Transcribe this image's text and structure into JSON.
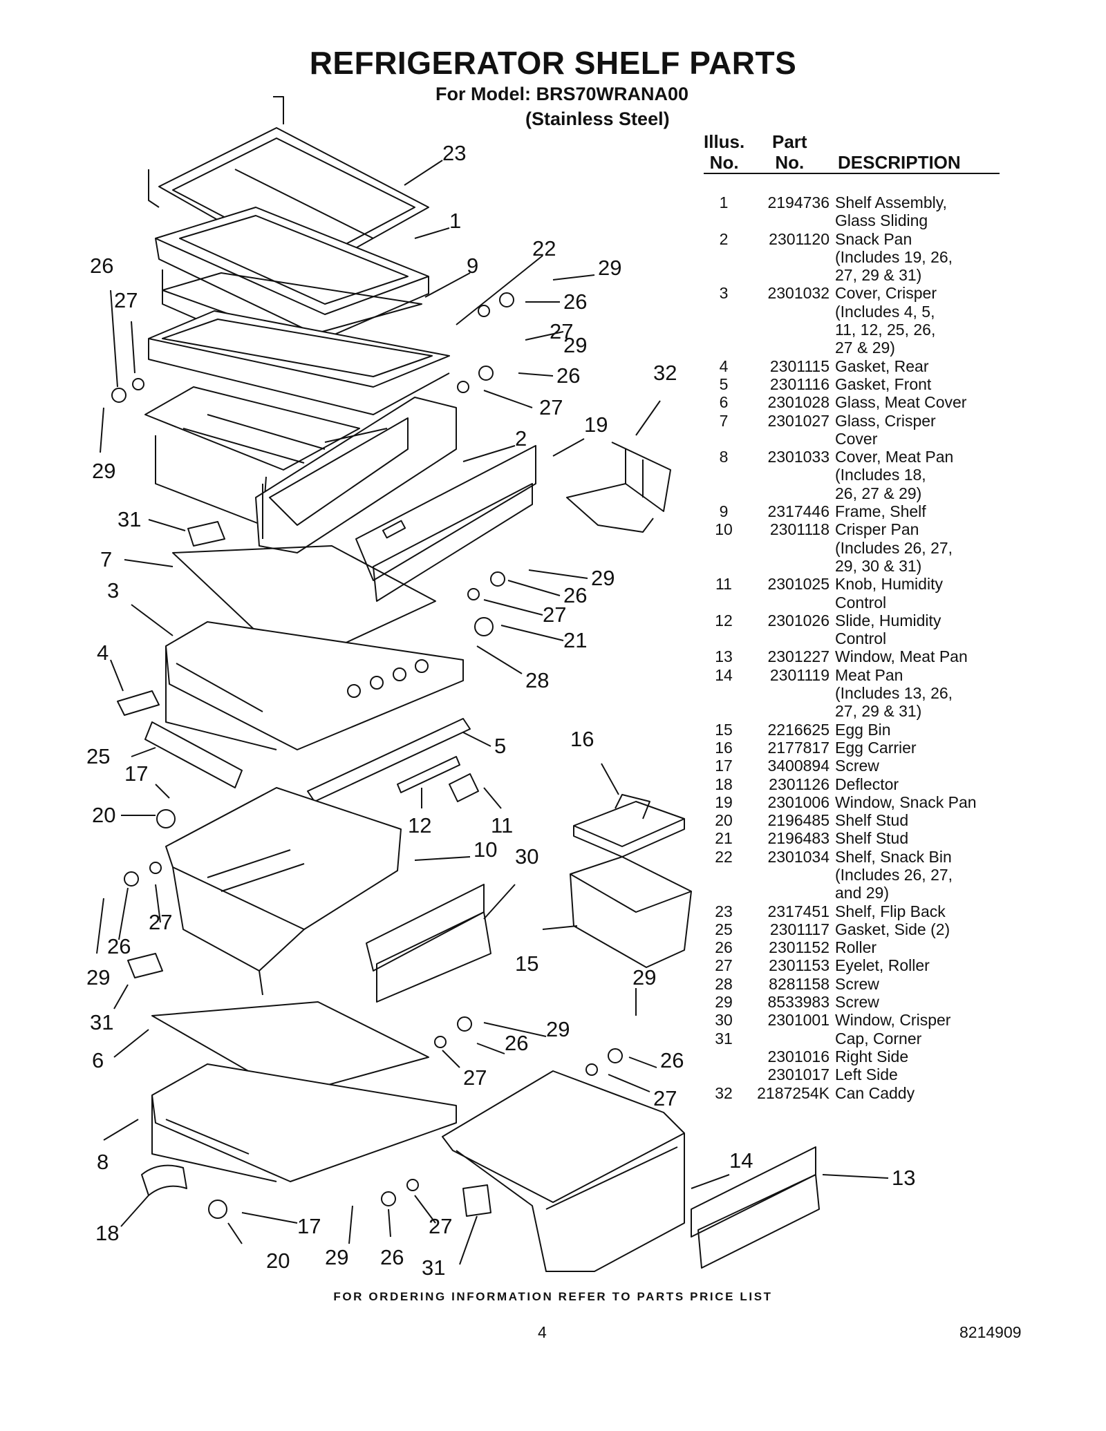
{
  "header": {
    "title": "REFRIGERATOR SHELF PARTS",
    "model_line": "For Model: BRS70WRANA00",
    "finish_line": "(Stainless Steel)"
  },
  "table": {
    "col_illus": "Illus.\nNo.",
    "col_part": "Part\nNo.",
    "col_desc": "DESCRIPTION",
    "rows": [
      {
        "illus": "1",
        "part": "2194736",
        "desc": "Shelf Assembly,\nGlass Sliding"
      },
      {
        "illus": "2",
        "part": "2301120",
        "desc": "Snack Pan\n(Includes 19, 26,\n 27, 29 & 31)"
      },
      {
        "illus": "3",
        "part": "2301032",
        "desc": "Cover, Crisper\n(Includes 4, 5,\n 11, 12, 25, 26,\n 27 & 29)"
      },
      {
        "illus": "4",
        "part": "2301115",
        "desc": "Gasket, Rear"
      },
      {
        "illus": "5",
        "part": "2301116",
        "desc": "Gasket, Front"
      },
      {
        "illus": "6",
        "part": "2301028",
        "desc": "Glass, Meat Cover"
      },
      {
        "illus": "7",
        "part": "2301027",
        "desc": "Glass, Crisper\nCover"
      },
      {
        "illus": "8",
        "part": "2301033",
        "desc": "Cover, Meat Pan\n(Includes 18,\n 26, 27 & 29)"
      },
      {
        "illus": "9",
        "part": "2317446",
        "desc": "Frame, Shelf"
      },
      {
        "illus": "10",
        "part": "2301118",
        "desc": "Crisper Pan\n(Includes 26, 27,\n 29, 30 & 31)"
      },
      {
        "illus": "11",
        "part": "2301025",
        "desc": "Knob, Humidity\nControl"
      },
      {
        "illus": "12",
        "part": "2301026",
        "desc": "Slide, Humidity\nControl"
      },
      {
        "illus": "13",
        "part": "2301227",
        "desc": "Window, Meat Pan"
      },
      {
        "illus": "14",
        "part": "2301119",
        "desc": "Meat Pan\n(Includes 13, 26,\n 27, 29 & 31)"
      },
      {
        "illus": "15",
        "part": "2216625",
        "desc": "Egg Bin"
      },
      {
        "illus": "16",
        "part": "2177817",
        "desc": "Egg Carrier"
      },
      {
        "illus": "17",
        "part": "3400894",
        "desc": "Screw"
      },
      {
        "illus": "18",
        "part": "2301126",
        "desc": "Deflector"
      },
      {
        "illus": "19",
        "part": "2301006",
        "desc": "Window, Snack Pan"
      },
      {
        "illus": "20",
        "part": "2196485",
        "desc": "Shelf Stud"
      },
      {
        "illus": "21",
        "part": "2196483",
        "desc": "Shelf Stud"
      },
      {
        "illus": "22",
        "part": "2301034",
        "desc": "Shelf, Snack Bin\n(Includes 26, 27,\n and 29)"
      },
      {
        "illus": "23",
        "part": "2317451",
        "desc": "Shelf, Flip Back"
      },
      {
        "illus": "25",
        "part": "2301117",
        "desc": "Gasket, Side (2)"
      },
      {
        "illus": "26",
        "part": "2301152",
        "desc": "Roller"
      },
      {
        "illus": "27",
        "part": "2301153",
        "desc": "Eyelet, Roller"
      },
      {
        "illus": "28",
        "part": "8281158",
        "desc": "Screw"
      },
      {
        "illus": "29",
        "part": "8533983",
        "desc": "Screw"
      },
      {
        "illus": "30",
        "part": "2301001",
        "desc": "Window, Crisper"
      },
      {
        "illus": "31",
        "part": "",
        "desc": "Cap, Corner"
      },
      {
        "illus": "",
        "part": "2301016",
        "desc": "Right Side"
      },
      {
        "illus": "",
        "part": "2301017",
        "desc": "Left Side"
      },
      {
        "illus": "32",
        "part": "2187254K",
        "desc": "Can Caddy"
      }
    ]
  },
  "diagram": {
    "callouts": [
      "23",
      "1",
      "26",
      "22",
      "9",
      "29",
      "27",
      "26",
      "27",
      "29",
      "26",
      "32",
      "29",
      "27",
      "19",
      "2",
      "31",
      "7",
      "29",
      "3",
      "26",
      "27",
      "21",
      "4",
      "28",
      "5",
      "16",
      "25",
      "17",
      "12",
      "11",
      "20",
      "10",
      "30",
      "27",
      "26",
      "29",
      "15",
      "31",
      "29",
      "6",
      "29",
      "26",
      "27",
      "26",
      "27",
      "8",
      "14",
      "13",
      "18",
      "17",
      "27",
      "20",
      "29",
      "26",
      "31"
    ]
  },
  "footer": {
    "ordering": "FOR ORDERING INFORMATION REFER TO PARTS PRICE LIST",
    "page": "4",
    "doc_number": "8214909"
  }
}
